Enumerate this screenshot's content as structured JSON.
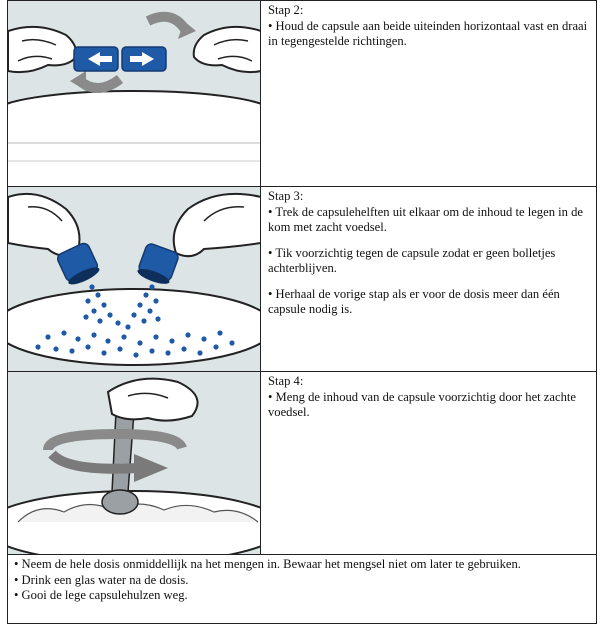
{
  "steps": [
    {
      "title": "Stap 2:",
      "paragraphs": [
        "• Houd de capsule aan beide uiteinden horizontaal vast en draai in tegengestelde richtingen."
      ]
    },
    {
      "title": "Stap 3:",
      "paragraphs": [
        "• Trek de capsulehelften uit elkaar om de inhoud te legen in de kom met zacht voedsel.",
        "• Tik voorzichtig tegen de capsule zodat er geen bolletjes achterblijven.",
        "• Herhaal de vorige stap als er voor de dosis meer dan één capsule nodig is."
      ]
    },
    {
      "title": "Stap 4:",
      "paragraphs": [
        "• Meng de inhoud van de capsule voorzichtig door het zachte voedsel."
      ]
    }
  ],
  "footer": [
    "• Neem de hele dosis onmiddellijk na het mengen in. Bewaar het mengsel niet om later te gebruiken.",
    "• Drink een glas water na de dosis.",
    "• Gooi de lege capsulehulzen weg."
  ],
  "colors": {
    "capsule_blue": "#1f5aa6",
    "arrow_gray": "#8a8a8a",
    "background_gray": "#dde4e6",
    "border": "#222222"
  },
  "icons": [
    "twist-capsule-illustration",
    "empty-capsule-illustration",
    "stir-mixture-illustration"
  ]
}
